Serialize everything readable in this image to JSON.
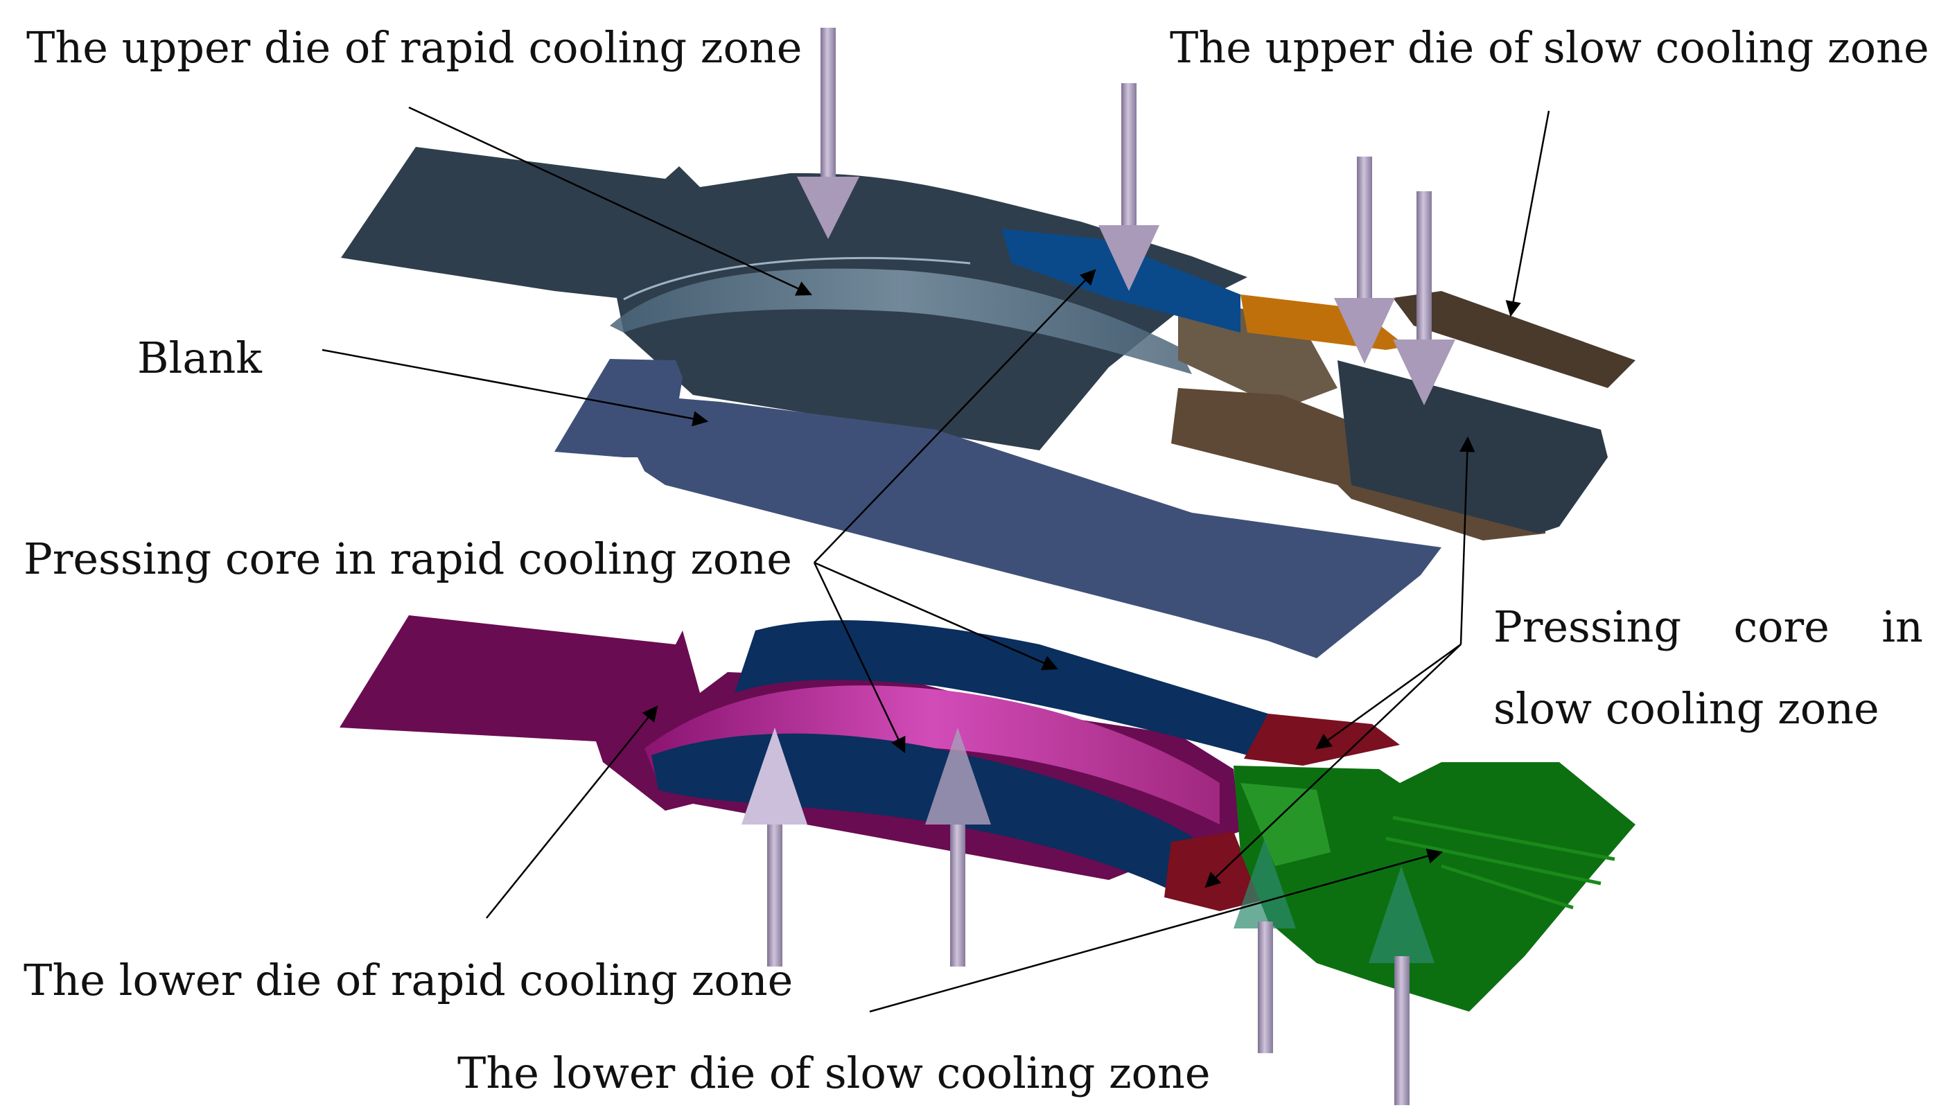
{
  "labels": {
    "upper_rapid": "The upper die of rapid cooling zone",
    "upper_slow": "The upper die of slow cooling zone",
    "blank": "Blank",
    "core_rapid": "Pressing core in rapid cooling zone",
    "core_slow_line1": [
      "Pressing",
      "core",
      "in"
    ],
    "core_slow_line2": "slow cooling zone",
    "lower_rapid": "The lower die of rapid cooling zone",
    "lower_slow": "The lower die of slow cooling zone"
  },
  "colors": {
    "upper_die": "#2f3e4c",
    "upper_slow_die": "#4a3a2c",
    "core_rapid_upper": "#0a4a8a",
    "core_slow_upper": "#c0700a",
    "blank": "#3f5078",
    "lower_rapid_die": "#6a0c52",
    "lower_rapid_highlight": "#c43aa8",
    "core_rapid_lower": "#0b2f5e",
    "core_slow_lower": "#7a1020",
    "lower_slow_die": "#0c7010",
    "arrow": "#a89ab8"
  }
}
